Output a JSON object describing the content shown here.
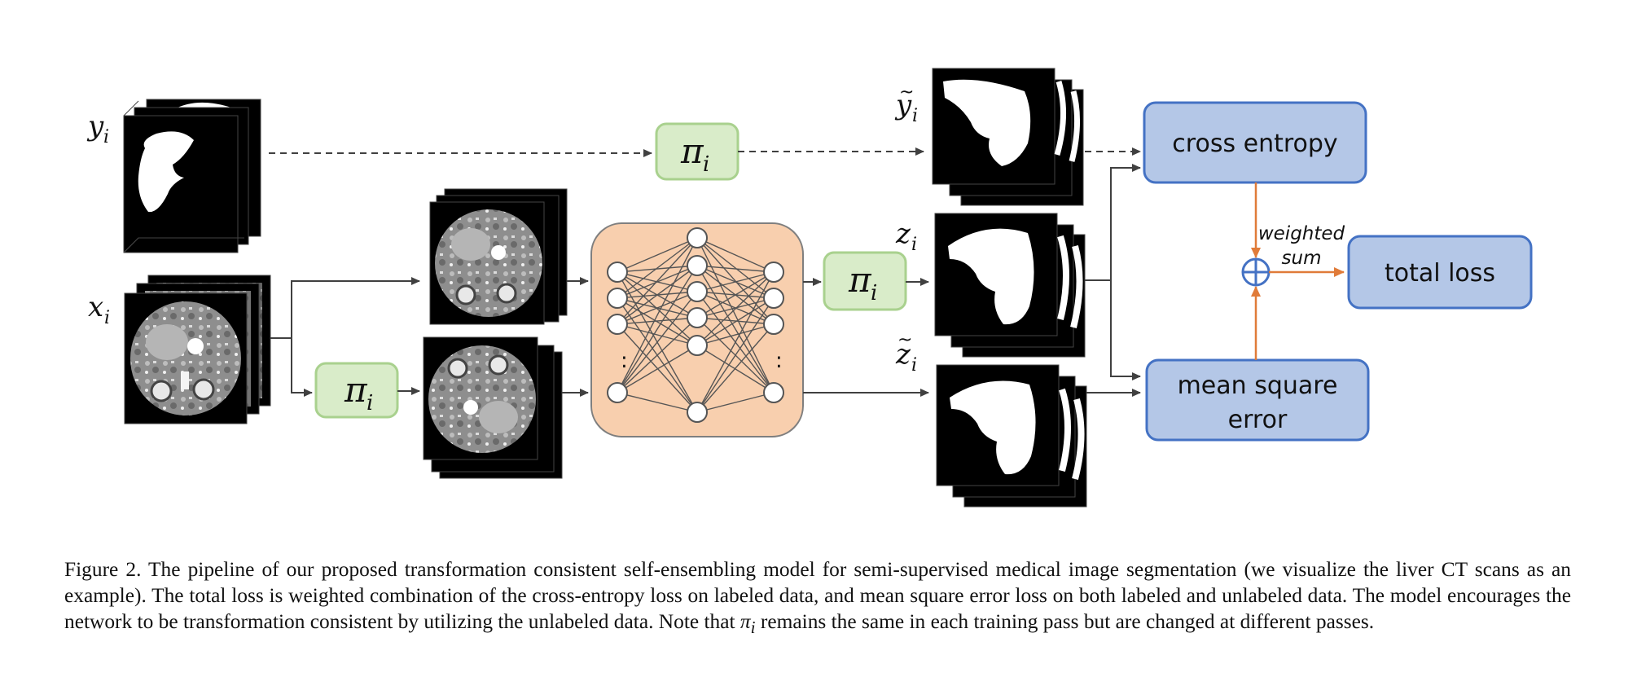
{
  "math": {
    "y_i": "y",
    "y_sub": "i",
    "x_i": "x",
    "x_sub": "i",
    "z_i": "z",
    "z_sub": "i",
    "pi": "π",
    "pi_sub": "i"
  },
  "boxes": {
    "cross_entropy": "cross entropy",
    "mse_line1": "mean square",
    "mse_line2": "error",
    "total_loss": "total loss"
  },
  "weighted_line1": "weighted",
  "weighted_line2": "sum",
  "colors": {
    "green_fill": "#d9ecc9",
    "green_stroke": "#a9d18e",
    "blue_fill": "#b4c7e7",
    "blue_stroke": "#4472c4",
    "peach_fill": "#f8cfae",
    "orange": "#e07b39",
    "arrow": "#404040"
  },
  "caption": {
    "text_before": "Figure 2.  The pipeline of our proposed transformation consistent self-ensembling model for semi-supervised medical image segmentation (we visualize the liver CT scans as an example). The total loss is weighted combination of the cross-entropy loss on labeled data, and mean square error loss on both labeled and unlabeled data. The model encourages the network to be transformation consistent by utilizing the unlabeled data. Note that ",
    "pi": "π",
    "pi_sub": "i",
    "text_after": " remains the same in each training pass but are changed at different passes."
  }
}
